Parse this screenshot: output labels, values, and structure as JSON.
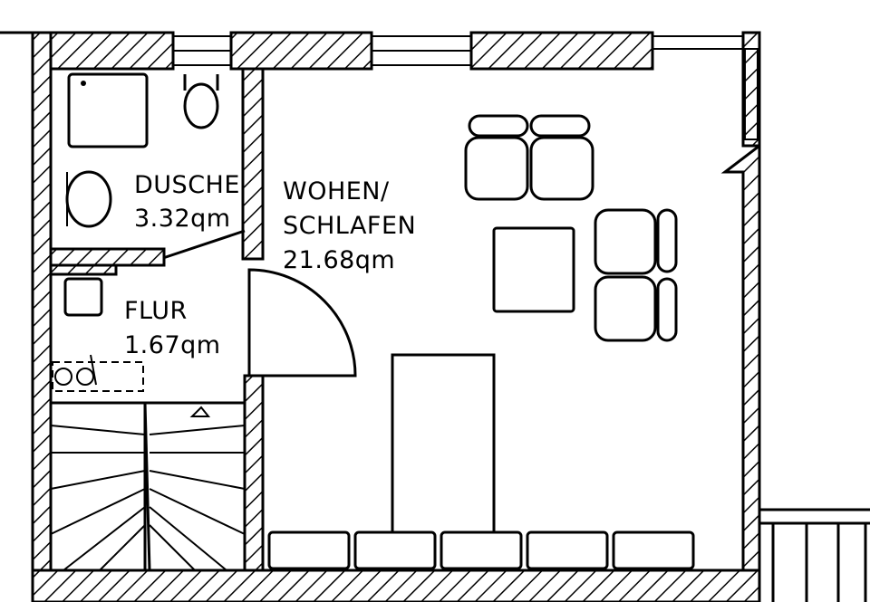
{
  "rooms": {
    "dusche": {
      "name": "DUSCHE",
      "area": "3.32qm"
    },
    "wohen": {
      "name_line1": "WOHEN/",
      "name_line2": "SCHLAFEN",
      "area": "21.68qm"
    },
    "flur": {
      "name": "FLUR",
      "area": "1.67qm"
    }
  }
}
